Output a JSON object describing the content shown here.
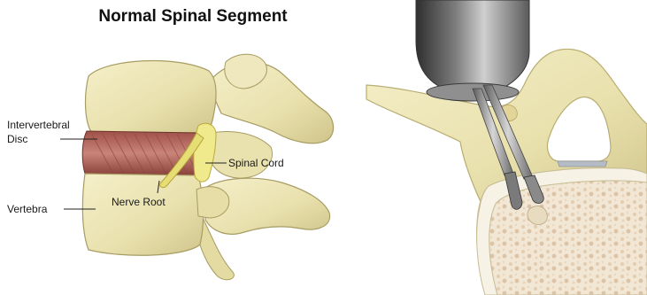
{
  "title": "Normal Spinal Segment",
  "labels": {
    "intervertebral": "Intervertebral",
    "disc": "Disc",
    "vertebra": "Vertebra",
    "nerve_root": "Nerve Root",
    "spinal_cord": "Spinal Cord"
  },
  "colors": {
    "bone": "#ece5b6",
    "bone_shade": "#c9bf87",
    "bone_outline": "#a79c62",
    "disc": "#b56d62",
    "disc_dark": "#7c3c35",
    "nerve": "#e8e27a",
    "instrument_dark": "#4a4a4a",
    "instrument_light": "#a9a9a9",
    "marrow": "#efe2cf"
  }
}
